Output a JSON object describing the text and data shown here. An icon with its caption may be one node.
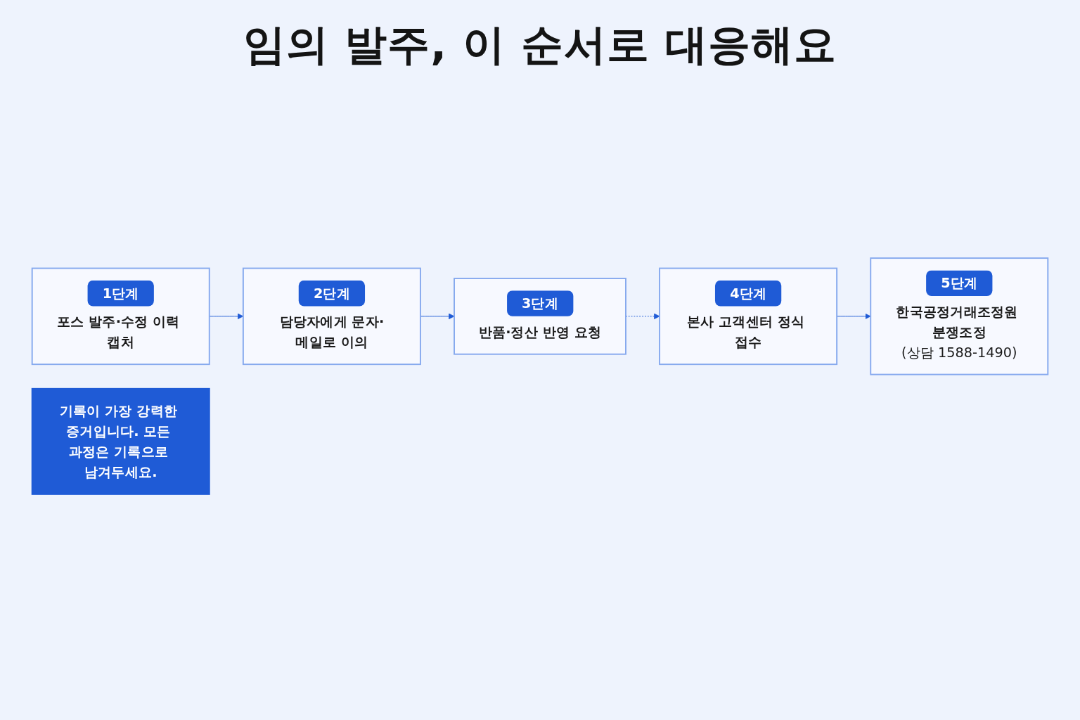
{
  "diagram": {
    "title": "임의 발주, 이 순서로 대응해요",
    "nodes": [
      {
        "text": [
          "1단계",
          "포스 발주·수정 이력 캡처"
        ]
      },
      {
        "text": [
          "2단계",
          "담당자에게 문자·메일로 이의"
        ]
      },
      {
        "text": [
          "3단계",
          "반품·정산 반영 요청"
        ]
      },
      {
        "text": [
          "4단계",
          "본사 고객센터 정식 접수"
        ]
      },
      {
        "text": [
          "5단계",
          "한국공정거래조정원 분쟁조정",
          "(상담 1588-1490)"
        ]
      },
      {
        "text": [
          "기록이 가장 강력한 증거입니다. 모든 과정은 기록으로 남겨두세요."
        ]
      }
    ],
    "edges": [
      {
        "from": 0,
        "to": 1,
        "arrow": "to"
      },
      {
        "from": 1,
        "to": 2,
        "arrow": "to"
      },
      {
        "from": 2,
        "to": 3,
        "arrow": "to",
        "style": "dashed"
      },
      {
        "from": 3,
        "to": 4,
        "arrow": "to"
      }
    ]
  }
}
